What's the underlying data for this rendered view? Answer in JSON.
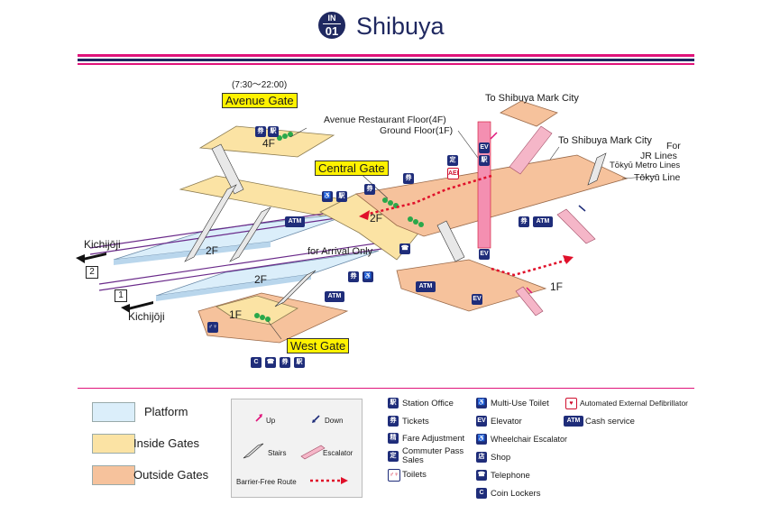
{
  "header": {
    "line_code": "IN",
    "station_number": "01",
    "station_name": "Shibuya"
  },
  "colors": {
    "brand_navy": "#1f2860",
    "brand_magenta": "#e0137a",
    "platform": "#dbeefa",
    "inside_gates": "#fbe3a4",
    "outside_gates": "#f6c29c",
    "icon_blue": "#1f2d7a",
    "up_arrow": "#e0137a",
    "down_arrow": "#1f2d7a",
    "route": "#e0102a",
    "gate_highlight": "#fff200"
  },
  "map": {
    "avenue_gate": {
      "hours": "(7:30～22:00)",
      "name": "Avenue Gate",
      "floor": "4F"
    },
    "central_gate": {
      "name": "Central Gate",
      "floor": "2F"
    },
    "west_gate": {
      "name": "West Gate",
      "floor": "1F"
    },
    "avenue_floors": [
      "Avenue Restaurant Floor(4F)",
      "Ground Floor(1F)"
    ],
    "mark_city_1": "To Shibuya Mark City",
    "mark_city_2": "To Shibuya Mark City",
    "for_lines": [
      "For",
      "JR Lines",
      "Tōkyū Metro Lines",
      "Tōkyū Line"
    ],
    "arrival_only": "for Arrival Only",
    "platform_2f_upper": "2F",
    "platform_2f_lower": "2F",
    "outside_1f": "1F",
    "kichijoji_upper": "Kichijōji",
    "kichijoji_lower": "Kichijōji",
    "platform_num_upper": "2",
    "platform_num_lower": "1",
    "icon_labels": {
      "atm": "ATM",
      "teiki": "定",
      "aed": "AED",
      "ticket": "券",
      "office": "駅",
      "coin": "C",
      "phone": "☎",
      "toilet": "♂♀",
      "multi": "♿",
      "elevator": "EV"
    }
  },
  "legend": {
    "areas": [
      "Platform",
      "Inside Gates",
      "Outside Gates"
    ],
    "symbols": {
      "up": "Up",
      "down": "Down",
      "stairs": "Stairs",
      "escalator": "Escalator",
      "barrier_free": "Barrier-Free Route"
    },
    "facilities_col1": [
      "Station Office",
      "Tickets",
      "Fare Adjustment",
      "Commuter Pass Sales",
      "Toilets"
    ],
    "facilities_col2": [
      "Multi-Use Toilet",
      "Elevator",
      "Wheelchair Escalator",
      "Shop",
      "Telephone",
      "Coin Lockers"
    ],
    "facilities_col3": [
      "Automated External Defibrillator",
      "Cash service"
    ]
  }
}
